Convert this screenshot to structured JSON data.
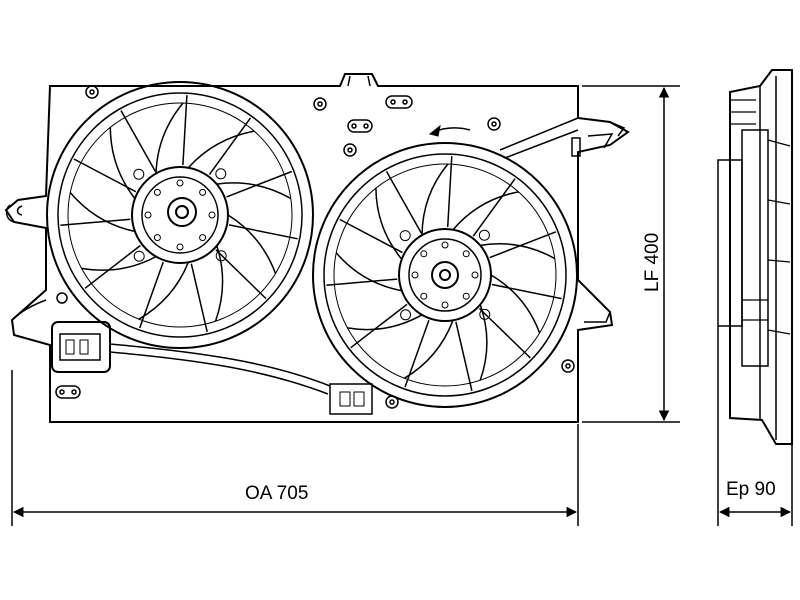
{
  "colors": {
    "line": "#000000",
    "background": "#ffffff",
    "watermark": "#eeeeee"
  },
  "dimensions": {
    "width_label": "OA 705",
    "height_label": "LF 400",
    "depth_label": "Ep 90"
  }
}
